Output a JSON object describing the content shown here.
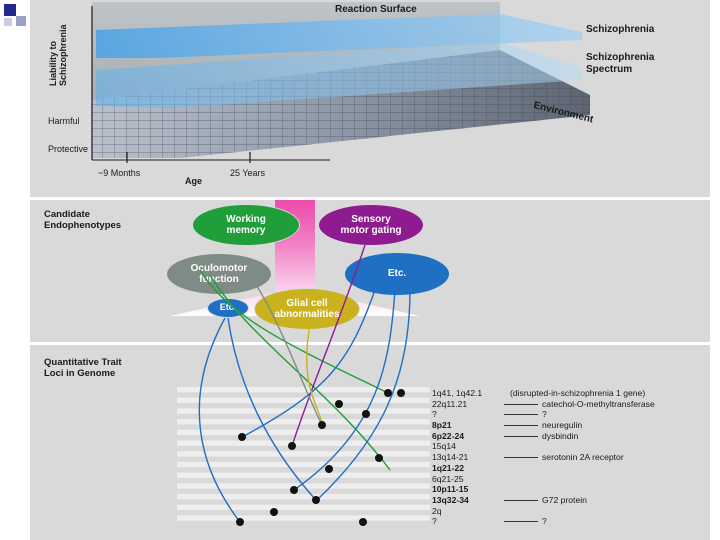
{
  "reaction_surface": {
    "title": "Reaction Surface",
    "y_label_line1": "Liability to",
    "y_label_line2": "Schizophrenia",
    "surface_labels": {
      "schizophrenia": "Schizophrenia",
      "spectrum_line1": "Schizophrenia",
      "spectrum_line2": "Spectrum",
      "environment": "Environment"
    },
    "liability_levels": [
      "Harmful",
      "Protective"
    ],
    "age_ticks": [
      "~9 Months",
      "25 Years"
    ],
    "x_label": "Age"
  },
  "endophenotypes": {
    "heading_line1": "Candidate",
    "heading_line2": "Endophenotypes",
    "ovals": [
      {
        "line1": "Working",
        "line2": "memory",
        "color": "#1f9e3a"
      },
      {
        "line1": "Sensory",
        "line2": "motor gating",
        "color": "#8e1b8f"
      },
      {
        "line1": "Oculomotor",
        "line2": "function",
        "color": "#7f8c86"
      },
      {
        "line1": "Etc.",
        "line2": "",
        "color": "#1f6fc2"
      },
      {
        "line1": "Etc.",
        "line2": "",
        "color": "#1f6fc2"
      },
      {
        "line1": "Glial cell",
        "line2": "abnormalities",
        "color": "#c9b21e"
      }
    ]
  },
  "qtl": {
    "heading_line1": "Quantitative Trait",
    "heading_line2": "Loci in Genome",
    "loci": [
      {
        "locus": "1q41, 1q42.1",
        "gene": "(disrupted-in-schizophrenia 1 gene)",
        "bold": false,
        "dash": false
      },
      {
        "locus": "22q11.21",
        "gene": "catechol-O-methyltransferase",
        "bold": false,
        "dash": true
      },
      {
        "locus": "?",
        "gene": "?",
        "bold": false,
        "dash": true
      },
      {
        "locus": "8p21",
        "gene": "neuregulin",
        "bold": true,
        "dash": true
      },
      {
        "locus": "6p22-24",
        "gene": "dysbindin",
        "bold": true,
        "dash": true
      },
      {
        "locus": "15q14",
        "gene": "",
        "bold": false,
        "dash": false
      },
      {
        "locus": "13q14-21",
        "gene": "serotonin 2A receptor",
        "bold": false,
        "dash": true
      },
      {
        "locus": "1q21-22",
        "gene": "",
        "bold": true,
        "dash": false
      },
      {
        "locus": "6q21-25",
        "gene": "",
        "bold": false,
        "dash": false
      },
      {
        "locus": "10p11-15",
        "gene": "",
        "bold": true,
        "dash": false
      },
      {
        "locus": "13q32-34",
        "gene": "G72 protein",
        "bold": true,
        "dash": true
      },
      {
        "locus": "2q",
        "gene": "",
        "bold": false,
        "dash": false
      },
      {
        "locus": "?",
        "gene": "?",
        "bold": false,
        "dash": true
      }
    ]
  }
}
